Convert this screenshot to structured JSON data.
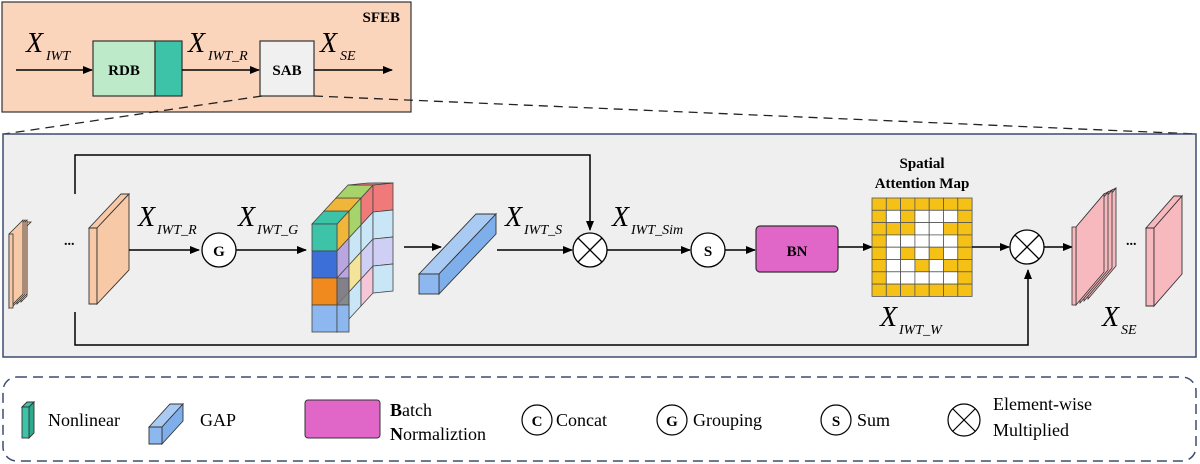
{
  "top_block": {
    "title": "SFEB",
    "rdb_label": "RDB",
    "sab_label": "SAB",
    "x_iwt": {
      "main": "X",
      "sub": "IWT"
    },
    "x_iwt_r": {
      "main": "X",
      "sub": "IWT_R"
    },
    "x_se": {
      "main": "X",
      "sub": "SE"
    }
  },
  "detail": {
    "dots_left": "...",
    "dots_right": "...",
    "x_iwt_r": {
      "main": "X",
      "sub": "IWT_R"
    },
    "x_iwt_g": {
      "main": "X",
      "sub": "IWT_G"
    },
    "x_iwt_s": {
      "main": "X",
      "sub": "IWT_S"
    },
    "x_iwt_sim": {
      "main": "X",
      "sub": "IWT_Sim"
    },
    "x_iwt_w": {
      "main": "X",
      "sub": "IWT_W"
    },
    "x_se": {
      "main": "X",
      "sub": "SE"
    },
    "g_node": "G",
    "s_node": "S",
    "bn_label": "BN",
    "attention_title_line1": "Spatial",
    "attention_title_line2": "Attention Map"
  },
  "legend": {
    "nonlinear": "Nonlinear",
    "gap": "GAP",
    "batch_line1_bold": "B",
    "batch_line1_rest": "atch",
    "batch_line2_bold": "N",
    "batch_line2_rest": "ormaliztion",
    "concat_symbol": "C",
    "concat": "Concat",
    "grouping_symbol": "G",
    "grouping": "Grouping",
    "sum_symbol": "S",
    "sum": "Sum",
    "mult_line1": "Element-wise",
    "mult_line2": "Multiplied"
  },
  "colors": {
    "sfeb_fill": "#FBD4BC",
    "detail_fill": "#EFEFEF",
    "rdb_fill": "#BDEBC9",
    "teal": "#3CC3A8",
    "sab_fill": "#F0F0F0",
    "feature_fill": "#F8C9A6",
    "gap_fill": "#8DB8EF",
    "bn_fill": "#E066C8",
    "attention_yellow": "#F5C116",
    "output_fill": "#F7B9BD",
    "frame": "#3D4B70"
  }
}
